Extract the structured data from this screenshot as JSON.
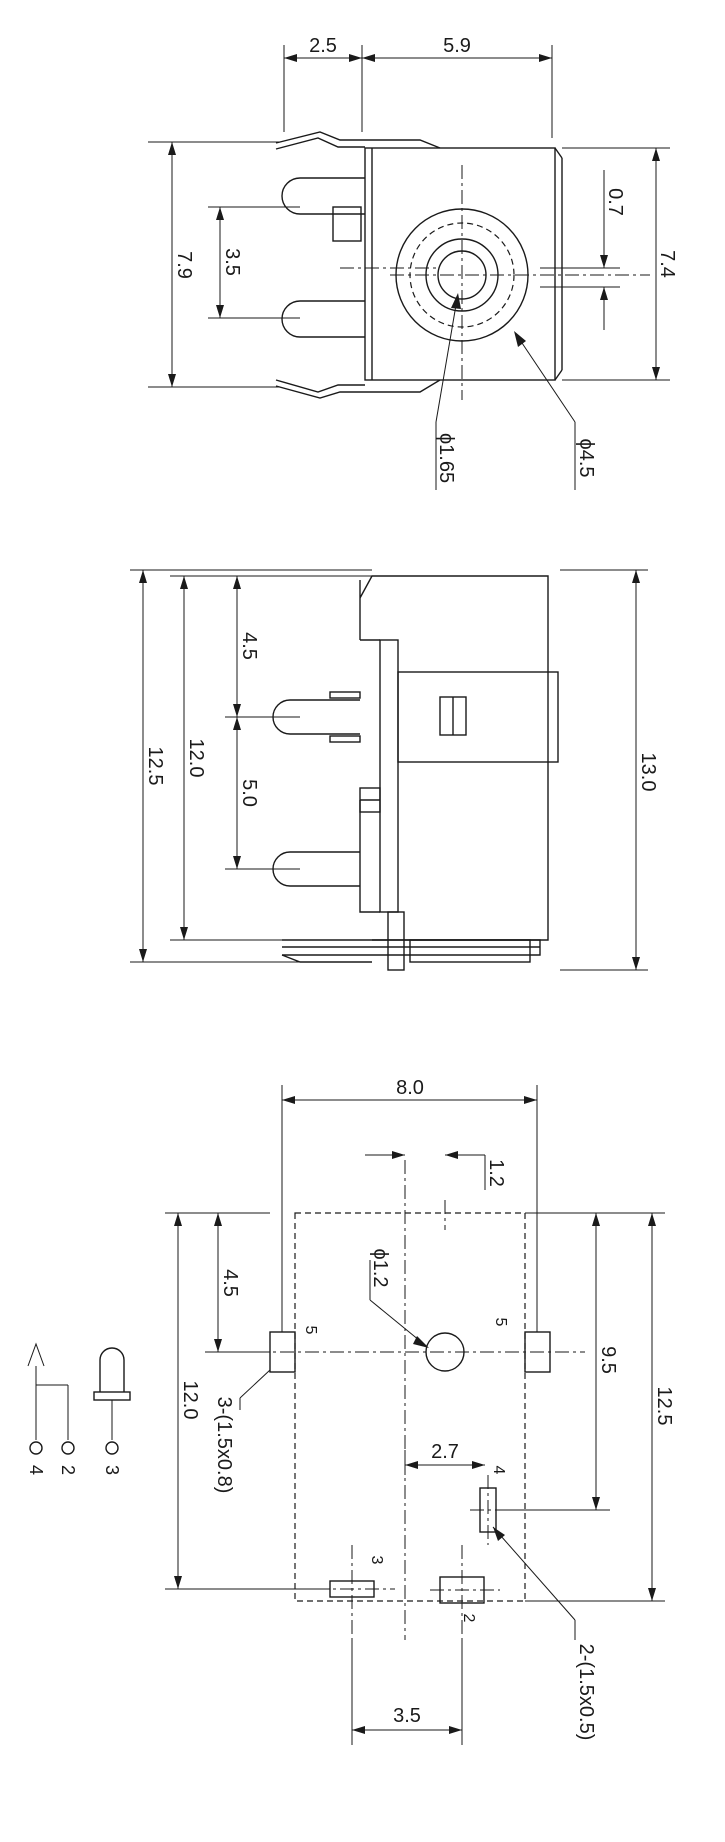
{
  "top_view": {
    "dim_2_5": "2.5",
    "dim_5_9": "5.9",
    "dim_7_9": "7.9",
    "dim_3_5": "3.5",
    "dim_0_7": "0.7",
    "dim_7_4": "7.4",
    "dia_1_65": "ϕ1.65",
    "dia_4_5": "ϕ4.5"
  },
  "side_view": {
    "dim_4_5": "4.5",
    "dim_5_0": "5.0",
    "dim_12_0": "12.0",
    "dim_12_5": "12.5",
    "dim_13_0": "13.0"
  },
  "footprint": {
    "dim_8_0": "8.0",
    "dim_1_2": "1.2",
    "dia_1_2": "ϕ1.2",
    "dim_4_5": "4.5",
    "dim_12_0": "12.0",
    "dim_9_5": "9.5",
    "dim_12_5": "12.5",
    "dim_2_7": "2.7",
    "dim_3_5": "3.5",
    "slot_3x": "3-(1.5x0.8)",
    "slot_2x": "2-(1.5x0.5)",
    "pin5_left": "5",
    "pin5_right": "5",
    "pin4": "4",
    "pin3": "3",
    "pin2": "2"
  },
  "schematic": {
    "term4": "4",
    "term2": "2",
    "term3": "3"
  }
}
